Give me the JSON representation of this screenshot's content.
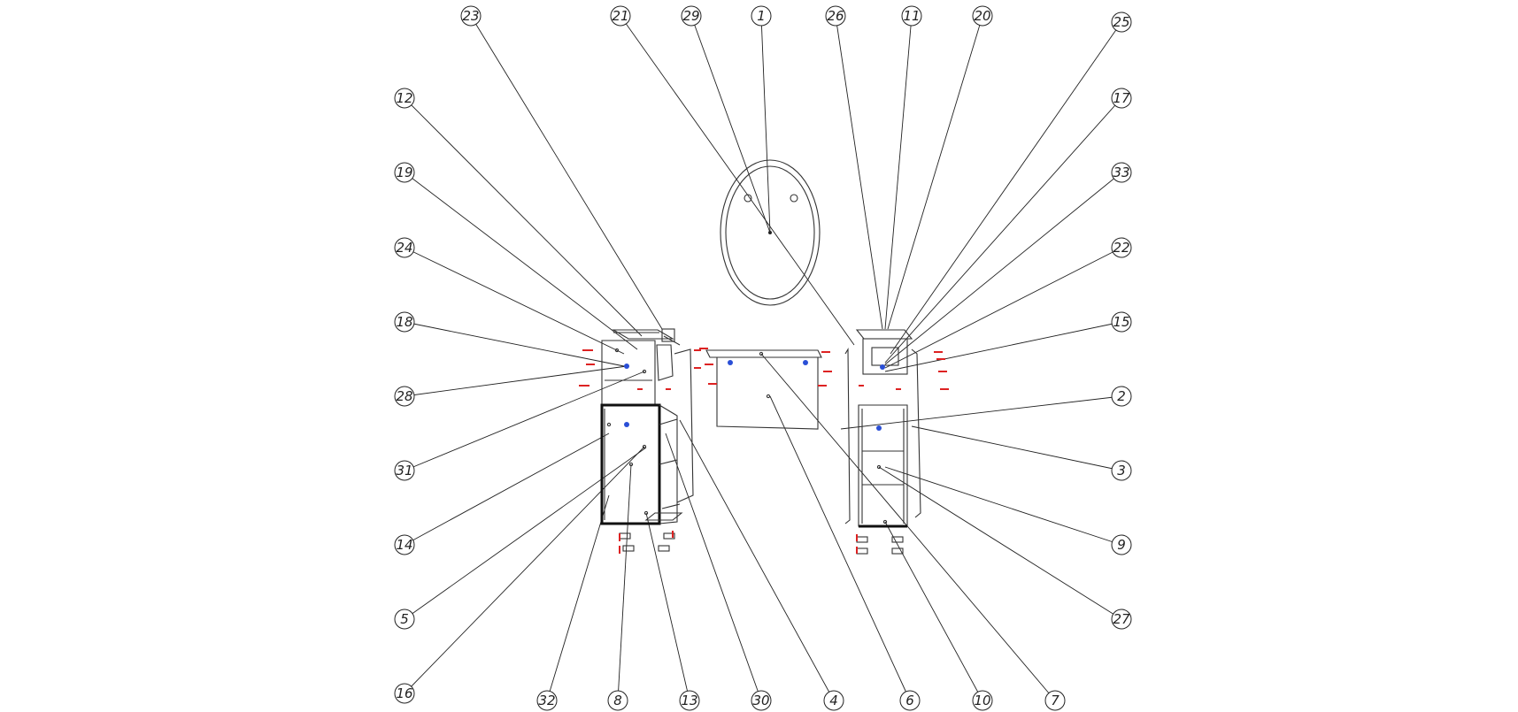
{
  "diagram": {
    "callouts": [
      "23",
      "21",
      "29",
      "1",
      "26",
      "11",
      "20",
      "25",
      "12",
      "17",
      "19",
      "33",
      "24",
      "22",
      "18",
      "15",
      "28",
      "2",
      "31",
      "3",
      "14",
      "9",
      "5",
      "27",
      "16",
      "32",
      "8",
      "13",
      "30",
      "4",
      "6",
      "10",
      "7"
    ]
  }
}
